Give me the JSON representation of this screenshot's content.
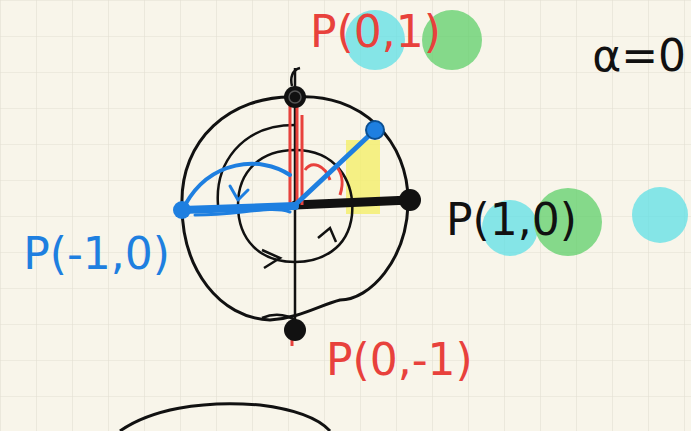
{
  "diagram": {
    "labels": [
      "P(0,1)",
      "α=0",
      "P(1,0)",
      "P(-1,0)",
      "P(0,-1)"
    ]
  }
}
